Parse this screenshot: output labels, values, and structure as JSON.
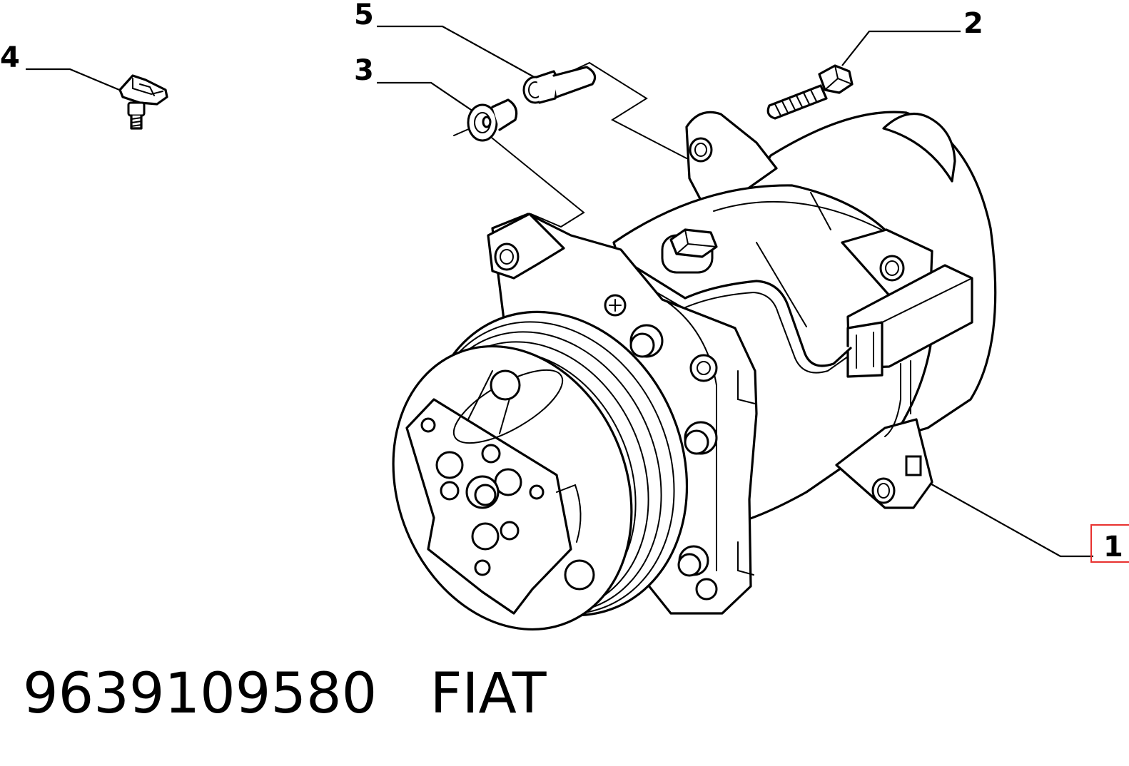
{
  "callouts": [
    {
      "id": "1",
      "label": "1",
      "highlighted": true,
      "highlight_color": "#e8312f"
    },
    {
      "id": "2",
      "label": "2"
    },
    {
      "id": "3",
      "label": "3"
    },
    {
      "id": "4",
      "label": "4"
    },
    {
      "id": "5",
      "label": "5"
    }
  ],
  "caption": {
    "part_number": "9639109580",
    "brand": "FIAT"
  }
}
